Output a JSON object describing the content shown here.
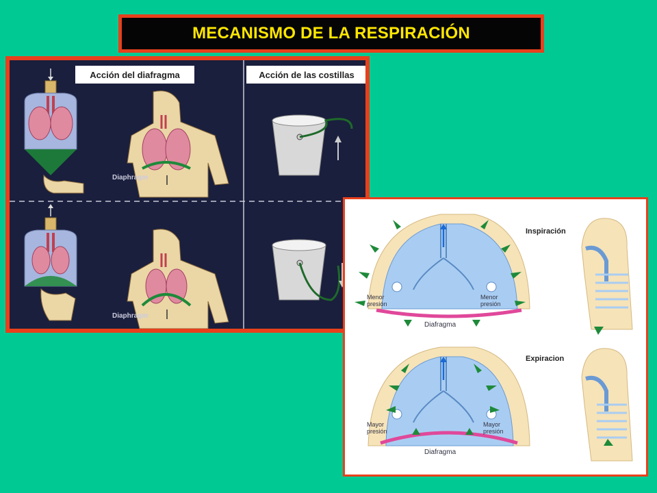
{
  "title": "MECANISMO DE LA RESPIRACIÓN",
  "left_panel": {
    "header_left": "Acción del diafragma",
    "header_right": "Acción de las costillas",
    "label_top": "Diaphragm",
    "label_bottom": "Diaphragm"
  },
  "right_panel": {
    "inspiration": {
      "title": "Inspiración",
      "pressure_left": [
        "Menor",
        "presión"
      ],
      "pressure_right": [
        "Menor",
        "presión"
      ],
      "diaphragm": "Diafragma"
    },
    "expiration": {
      "title": "Expiracion",
      "pressure_left": [
        "Mayor",
        "presión"
      ],
      "pressure_right": [
        "Mayor",
        "presión"
      ],
      "diaphragm": "Diafragma"
    }
  },
  "colors": {
    "background": "#00c994",
    "title_text": "#ffe600",
    "frame": "#e8401c",
    "dark_panel": "#1a1f3d",
    "lung": "#e08aa0",
    "diaphragm_green": "#1e8a3a",
    "arrow_green": "#1e8a3a",
    "thorax_blue": "#a9cdf2"
  }
}
